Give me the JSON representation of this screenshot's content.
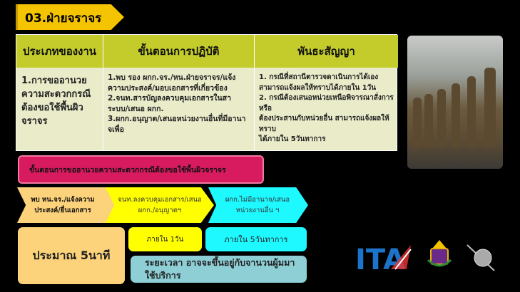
{
  "title": "03.ฝ่ายจราจร",
  "table": {
    "headers": [
      "ประเภทของงาน",
      "ขั้นตอนการปฏิบัติ",
      "พันธะสัญญา"
    ],
    "work_type": "1.การขออานวยความสะดวกกรณีต้องขอใช้พื้นผิวจราจร",
    "steps": [
      "1.พบ รอง ผกก.จร./หน.ฝ่ายจราจร/แจ้งความประสงค์/มอบเอกสารที่เกี่ยวข้อง",
      "2.จนท.สารบัญลงควบคุมเอกสารในสาระบบ/เสนอ ผกก.",
      "3.ผกก.อนุญาต/เสนอหน่วยงานอื่นที่มีอานาจเพื่อ"
    ],
    "commitments": [
      "1. กรณีที่สถานีตารวจดาเนินการได้เอง สามารถแจ้งผลให้ทราบได้ภายใน 1วัน",
      "2. กรณีต้องเสนอหน่วยเหนือพิจารณาสั่งการหรือ",
      "ต้องประสานกับหน่วยอื่น สามารถแจ้งผลให้ทราบ",
      "ได้ภายใน 5วันทาการ"
    ]
  },
  "process_button": "ขั้นตอนการขออานวยความสะดวกกรณีต้องขอใช้พื้นผิวจราจร",
  "flow": [
    {
      "label": "พบ หน.จร./แจ้งความประสงค์/ยื่นเอกสาร",
      "color": "#fcd27a"
    },
    {
      "label": "จนท.ลงควบคุมเอกสาร/เสนอ ผกก./อนุญาตฯ",
      "color": "#ffff00"
    },
    {
      "label": "ผกก.ไม่มีอานาจ/เสนอหน่วยงานอื่น ฯ",
      "color": "#1ef8ff"
    }
  ],
  "durations": {
    "main": "ประมาณ 5นาที",
    "one_day": "ภายใน 1วัน",
    "five_days": "ภายใน 5วันทาการ",
    "note": "ระยะเวลา อาจจะขึ้นอยู่กับจานวนผู้มมาใช้บริการ"
  },
  "logos": {
    "ita": "ITA"
  }
}
